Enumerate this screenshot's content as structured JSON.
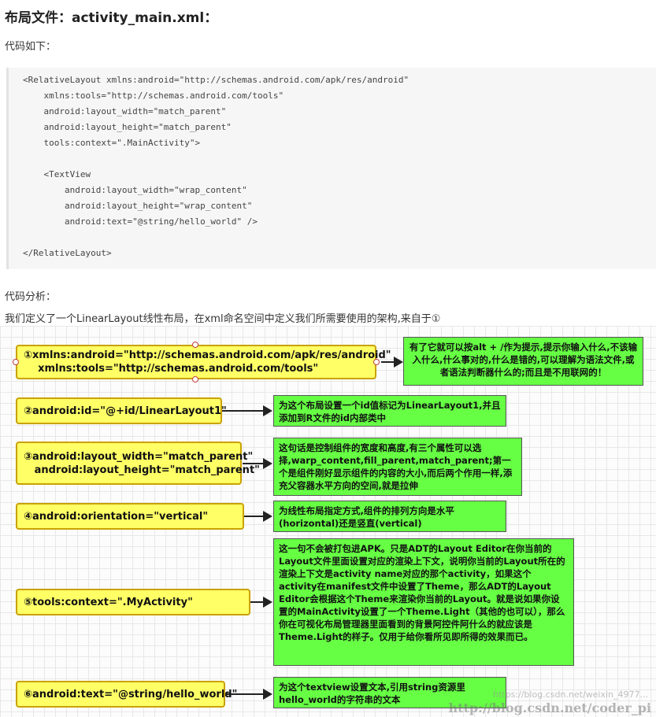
{
  "heading": "布局文件：activity_main.xml：",
  "code_intro": "代码如下：",
  "code_lines": [
    "<RelativeLayout xmlns:android=\"http://schemas.android.com/apk/res/android\"",
    "    xmlns:tools=\"http://schemas.android.com/tools\"",
    "    android:layout_width=\"match_parent\"",
    "    android:layout_height=\"match_parent\"",
    "    tools:context=\".MainActivity\">",
    "",
    "    <TextView",
    "        android:layout_width=\"wrap_content\"",
    "        android:layout_height=\"wrap_content\"",
    "        android:text=\"@string/hello_world\" />",
    "",
    "</RelativeLayout>"
  ],
  "analysis_title": "代码分析：",
  "analysis_text": "我们定义了一个LinearLayout线性布局，在xml命名空间中定义我们所需要使用的架构,来自于①",
  "diagram": {
    "items": [
      {
        "label": "①xmlns:android=\"http://schemas.android.com/apk/res/android\"\n    xmlns:tools=\"http://schemas.android.com/tools\"",
        "note": "有了它就可以按alt + /作为提示,提示你输入什么,不该输入什么,什么事对的,什么是错的,可以理解为语法文件,或者语法判断器什么的;而且是不用联网的！"
      },
      {
        "label": "②android:id=\"@+id/LinearLayout1\"",
        "note": "为这个布局设置一个id值标记为LinearLayout1,并且添加到R文件的id内部类中"
      },
      {
        "label": "③android:layout_width=\"match_parent\"\n   android:layout_height=\"match_parent\"",
        "note": "这句话是控制组件的宽度和高度,有三个属性可以选择,warp_content,fill_parent,match_parent;第一个是组件刚好显示组件的内容的大小,而后两个作用一样,添充父容器水平方向的空间,就是拉伸"
      },
      {
        "label": "④android:orientation=\"vertical\"",
        "note": "为线性布局指定方式,组件的排列方向是水平(horizontal)还是竖直(vertical)"
      },
      {
        "label": "⑤tools:context=\".MyActivity\"",
        "note": "这一句不会被打包进APK。只是ADT的Layout Editor在你当前的Layout文件里面设置对应的渲染上下文，说明你当前的Layout所在的渲染上下文是activity name对应的那个activity，如果这个activity在manifest文件中设置了Theme，那么ADT的Layout Editor会根据这个Theme来渲染你当前的Layout。就是说如果你设置的MainActivity设置了一个Theme.Light（其他的也可以），那么你在可视化布局管理器里面看到的背景阿控件阿什么的就应该是Theme.Light的样子。仅用于给你看所见即所得的效果而已。"
      },
      {
        "label": "⑥android:text=\"@string/hello_world\"",
        "note": "为这个textview设置文本,引用string资源里hello_world的字符串的文本"
      }
    ],
    "watermark_small": "https://blog.csdn.net/weixin_4977...",
    "watermark_big": "http://blog.csdn.net/coder_pi"
  }
}
